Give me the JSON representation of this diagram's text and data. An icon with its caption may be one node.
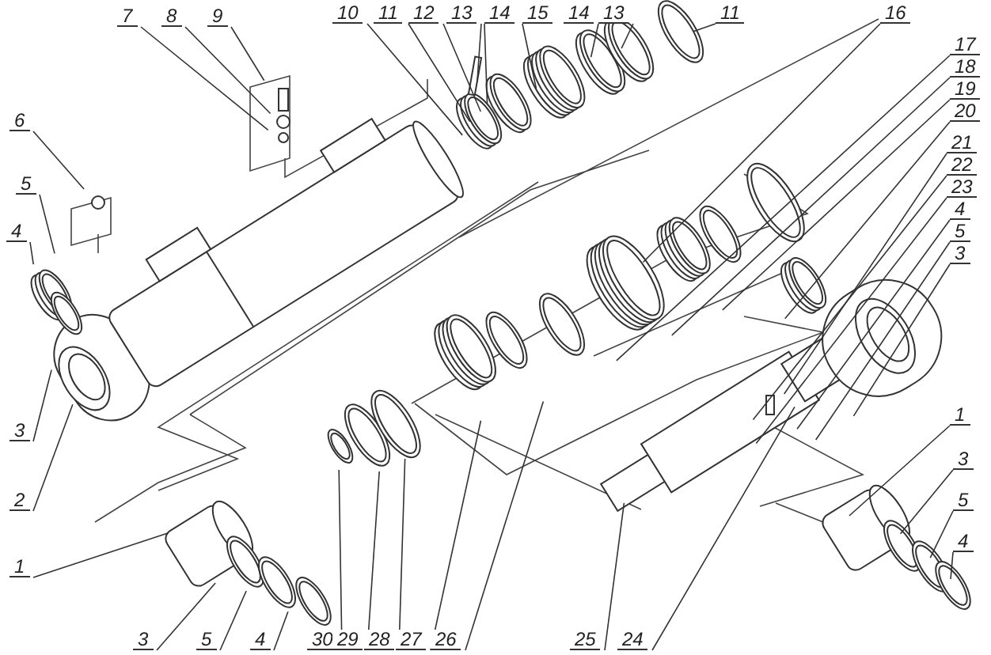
{
  "diagram": {
    "nodes": [
      {
        "text": [
          "7"
        ]
      },
      {
        "text": [
          "8"
        ]
      },
      {
        "text": [
          "9"
        ]
      },
      {
        "text": [
          "10"
        ]
      },
      {
        "text": [
          "11"
        ]
      },
      {
        "text": [
          "12"
        ]
      },
      {
        "text": [
          "13"
        ]
      },
      {
        "text": [
          "14"
        ]
      },
      {
        "text": [
          "15"
        ]
      },
      {
        "text": [
          "14"
        ]
      },
      {
        "text": [
          "13"
        ]
      },
      {
        "text": [
          "11"
        ]
      },
      {
        "text": [
          "16"
        ]
      },
      {
        "text": [
          "17"
        ]
      },
      {
        "text": [
          "18"
        ]
      },
      {
        "text": [
          "19"
        ]
      },
      {
        "text": [
          "20"
        ]
      },
      {
        "text": [
          "6"
        ]
      },
      {
        "text": [
          "5"
        ]
      },
      {
        "text": [
          "4"
        ]
      },
      {
        "text": [
          "21"
        ]
      },
      {
        "text": [
          "22"
        ]
      },
      {
        "text": [
          "23"
        ]
      },
      {
        "text": [
          "4"
        ]
      },
      {
        "text": [
          "5"
        ]
      },
      {
        "text": [
          "3"
        ]
      },
      {
        "text": [
          "3"
        ]
      },
      {
        "text": [
          "2"
        ]
      },
      {
        "text": [
          "1"
        ]
      },
      {
        "text": [
          "3"
        ]
      },
      {
        "text": [
          "5"
        ]
      },
      {
        "text": [
          "4"
        ]
      },
      {
        "text": [
          "1"
        ]
      },
      {
        "text": [
          "3"
        ]
      },
      {
        "text": [
          "5"
        ]
      },
      {
        "text": [
          "4"
        ]
      },
      {
        "text": [
          "30"
        ]
      },
      {
        "text": [
          "29"
        ]
      },
      {
        "text": [
          "28"
        ]
      },
      {
        "text": [
          "27"
        ]
      },
      {
        "text": [
          "26"
        ]
      },
      {
        "text": [
          "25"
        ]
      },
      {
        "text": [
          "24"
        ]
      }
    ],
    "edges": [
      {
        "from": 0,
        "to": null,
        "arrow": "none"
      },
      {
        "from": 1,
        "to": null,
        "arrow": "none"
      },
      {
        "from": 2,
        "to": null,
        "arrow": "none"
      },
      {
        "from": 3,
        "to": null,
        "arrow": "none"
      },
      {
        "from": 4,
        "to": null,
        "arrow": "none"
      },
      {
        "from": 5,
        "to": null,
        "arrow": "none"
      },
      {
        "from": 6,
        "to": null,
        "arrow": "none"
      },
      {
        "from": 7,
        "to": null,
        "arrow": "none"
      },
      {
        "from": 8,
        "to": null,
        "arrow": "none"
      },
      {
        "from": 9,
        "to": null,
        "arrow": "none"
      },
      {
        "from": 10,
        "to": null,
        "arrow": "none"
      },
      {
        "from": 11,
        "to": null,
        "arrow": "none"
      },
      {
        "from": 12,
        "to": null,
        "arrow": "none"
      },
      {
        "from": 13,
        "to": null,
        "arrow": "none"
      },
      {
        "from": 14,
        "to": null,
        "arrow": "none"
      },
      {
        "from": 15,
        "to": null,
        "arrow": "none"
      },
      {
        "from": 16,
        "to": null,
        "arrow": "none"
      },
      {
        "from": 17,
        "to": null,
        "arrow": "none"
      },
      {
        "from": 18,
        "to": null,
        "arrow": "none"
      },
      {
        "from": 19,
        "to": null,
        "arrow": "none"
      },
      {
        "from": 20,
        "to": null,
        "arrow": "none"
      },
      {
        "from": 21,
        "to": null,
        "arrow": "none"
      },
      {
        "from": 22,
        "to": null,
        "arrow": "none"
      },
      {
        "from": 23,
        "to": null,
        "arrow": "none"
      },
      {
        "from": 24,
        "to": null,
        "arrow": "none"
      },
      {
        "from": 25,
        "to": null,
        "arrow": "none"
      },
      {
        "from": 26,
        "to": null,
        "arrow": "none"
      },
      {
        "from": 27,
        "to": null,
        "arrow": "none"
      },
      {
        "from": 28,
        "to": null,
        "arrow": "none"
      },
      {
        "from": 29,
        "to": null,
        "arrow": "none"
      },
      {
        "from": 30,
        "to": null,
        "arrow": "none"
      },
      {
        "from": 31,
        "to": null,
        "arrow": "none"
      },
      {
        "from": 32,
        "to": null,
        "arrow": "none"
      },
      {
        "from": 33,
        "to": null,
        "arrow": "none"
      },
      {
        "from": 34,
        "to": null,
        "arrow": "none"
      },
      {
        "from": 35,
        "to": null,
        "arrow": "none"
      },
      {
        "from": 36,
        "to": null,
        "arrow": "none"
      },
      {
        "from": 37,
        "to": null,
        "arrow": "none"
      },
      {
        "from": 38,
        "to": null,
        "arrow": "none"
      },
      {
        "from": 39,
        "to": null,
        "arrow": "none"
      },
      {
        "from": 40,
        "to": null,
        "arrow": "none"
      },
      {
        "from": 41,
        "to": null,
        "arrow": "none"
      },
      {
        "from": 42,
        "to": null,
        "arrow": "none"
      }
    ]
  }
}
